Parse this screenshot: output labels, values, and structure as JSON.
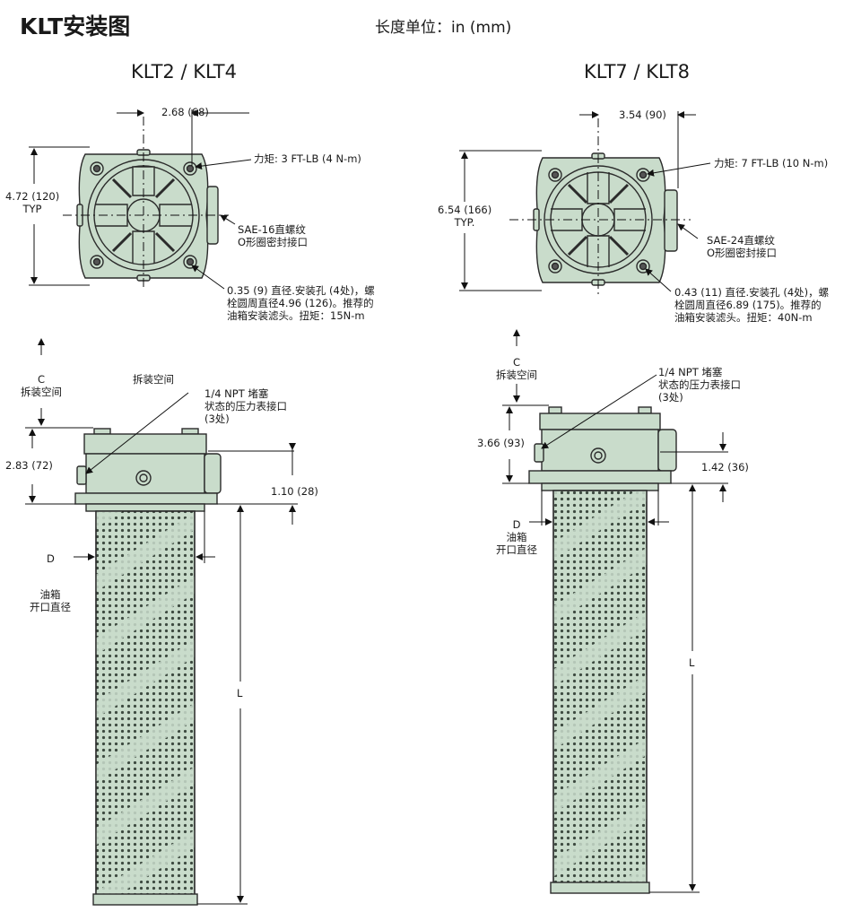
{
  "title": "KLT安装图",
  "units": "长度单位：in (mm)",
  "colors": {
    "body": "#c9dccb",
    "outline": "#2b2b2b",
    "line": "#111111"
  },
  "left": {
    "model": "KLT2 / KLT4",
    "dim_width": "2.68 (68)",
    "dim_height": [
      "4.72 (120)",
      "TYP"
    ],
    "torque": "力矩: 3 FT-LB (4 N-m)",
    "port": [
      "SAE-16直螺纹",
      "O形圈密封接口"
    ],
    "holes": [
      "0.35 (9) 直径.安装孔 (4处)，螺",
      "栓圆周直径4.96 (126)。推荐的",
      "油箱安装滤头。扭矩：15N-m"
    ],
    "c_label": [
      "C",
      "拆装空间"
    ],
    "removal_space": "拆装空间",
    "npt": [
      "1/4 NPT 堵塞",
      "状态的压力表接口",
      "(3处)"
    ],
    "dim_head": "2.83 (72)",
    "dim_flange": "1.10 (28)",
    "d_label": "D",
    "tank_opening": [
      "油箱",
      "开口直径"
    ],
    "l_label": "L"
  },
  "right": {
    "model": "KLT7 / KLT8",
    "dim_width": "3.54 (90)",
    "dim_height": [
      "6.54 (166)",
      "TYP."
    ],
    "torque": "力矩: 7 FT-LB (10 N-m)",
    "port": [
      "SAE-24直螺纹",
      "O形圈密封接口"
    ],
    "holes": [
      "0.43 (11) 直径.安装孔 (4处)，螺",
      "栓圆周直径6.89 (175)。推荐的",
      "油箱安装滤头。扭矩：40N-m"
    ],
    "c_label": [
      "C",
      "拆装空间"
    ],
    "npt": [
      "1/4 NPT 堵塞",
      "状态的压力表接口",
      "(3处)"
    ],
    "dim_head": "3.66 (93)",
    "dim_flange": "1.42 (36)",
    "d_label": "D",
    "tank_opening": [
      "油箱",
      "开口直径"
    ],
    "l_label": "L"
  }
}
